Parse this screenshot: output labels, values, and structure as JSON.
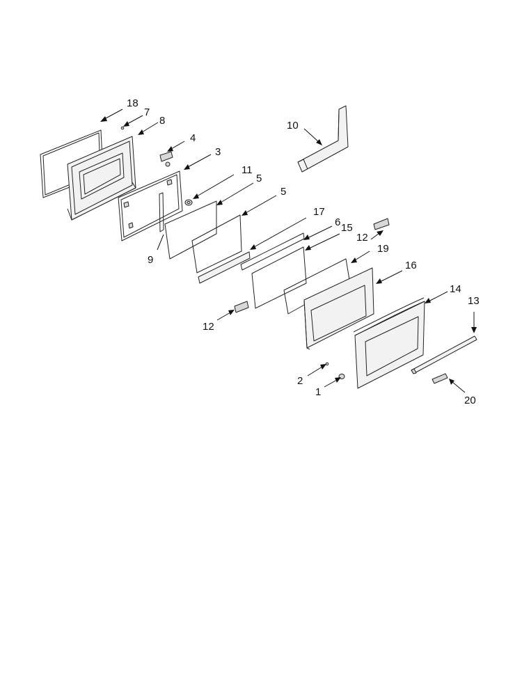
{
  "diagram": {
    "callouts": {
      "c1": "1",
      "c2": "2",
      "c3": "3",
      "c4": "4",
      "c5a": "5",
      "c5b": "5",
      "c6": "6",
      "c7": "7",
      "c8": "8",
      "c9": "9",
      "c10": "10",
      "c11": "11",
      "c12a": "12",
      "c12b": "12",
      "c13": "13",
      "c14": "14",
      "c15": "15",
      "c16": "16",
      "c17": "17",
      "c18": "18",
      "c19": "19",
      "c20": "20"
    }
  }
}
